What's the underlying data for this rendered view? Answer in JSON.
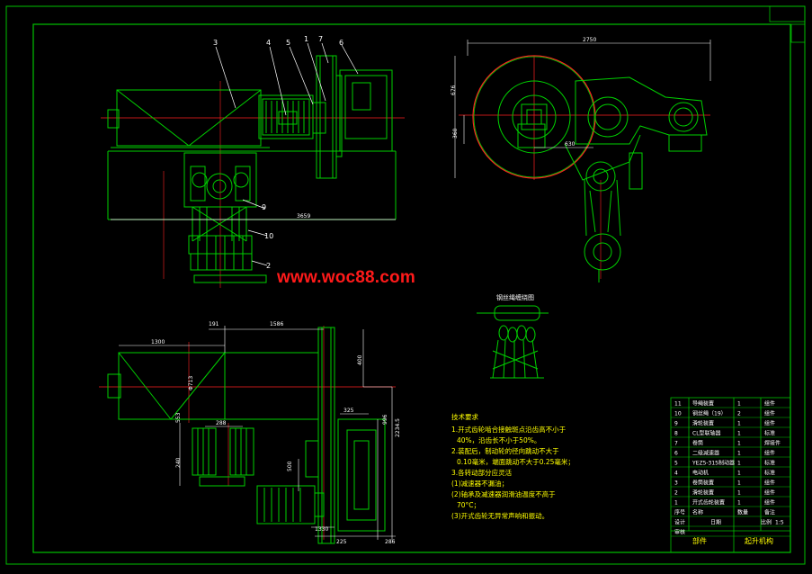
{
  "watermark": "www.woc88.com",
  "colors": {
    "background": "#000000",
    "frame": "#00c000",
    "drawing": "#00d000",
    "centerline": "#ff2020",
    "dimension": "#ffffff",
    "label": "#ffff00"
  },
  "top_left_view": {
    "part_labels": [
      "3",
      "4",
      "5",
      "1",
      "7",
      "6",
      "9",
      "10",
      "2"
    ],
    "dimension": "3659"
  },
  "top_right_view": {
    "dimensions": {
      "top": "2750",
      "left_outer": "676",
      "left_inner": "360",
      "center": "630"
    }
  },
  "detail_view": {
    "title": "钢丝绳缠绕图"
  },
  "bottom_view": {
    "dimensions": {
      "a": "191",
      "b": "1586",
      "c": "1300",
      "d": "400",
      "e": "Φ713",
      "f": "553",
      "g": "288",
      "h": "325",
      "i": "996",
      "j": "2234.5",
      "k": "500",
      "l": "240",
      "m": "1330",
      "n": "225",
      "o": "286"
    }
  },
  "tech_notes": {
    "title": "技术要求",
    "lines": [
      "1.开式齿轮啮合接触斑点沿齿高不小于",
      "40%，沿齿长不小于50%。",
      "2.装配后，制动轮的径向跳动不大于",
      "0.10毫米，端面跳动不大于0.25毫米；",
      "3.各转动部分应灵活",
      "(1)减速器不漏油；",
      "(2)轴承及减速器润滑油温度不高于",
      "70°C；",
      "(3)开式齿轮无异常声响和振动。"
    ]
  },
  "parts_table": {
    "rows": [
      [
        "11",
        "导绳装置",
        "1",
        "组件"
      ],
      [
        "10",
        "钢丝绳（19）",
        "2",
        "组件"
      ],
      [
        "9",
        "滑轮装置",
        "1",
        "组件"
      ],
      [
        "8",
        "CL型联轴器",
        "1",
        "标准"
      ],
      [
        "7",
        "卷筒",
        "1",
        "焊接件"
      ],
      [
        "6",
        "二级减速器",
        "1",
        "组件"
      ],
      [
        "5",
        "YEZ5-315制动器",
        "1",
        "标准"
      ],
      [
        "4",
        "电动机",
        "1",
        "标准"
      ],
      [
        "3",
        "卷筒装置",
        "1",
        "组件"
      ],
      [
        "2",
        "滑轮装置",
        "1",
        "组件"
      ],
      [
        "1",
        "开式齿轮装置",
        "1",
        "组件"
      ]
    ],
    "header": [
      "序号",
      "名称",
      "数量",
      "备注"
    ],
    "row_design": [
      "设计",
      "",
      "日期",
      "",
      "比例",
      "1:5"
    ],
    "row_review": [
      "审核",
      "",
      "",
      "",
      "",
      ""
    ],
    "part_type": "部件",
    "drawing_title": "起升机构"
  }
}
